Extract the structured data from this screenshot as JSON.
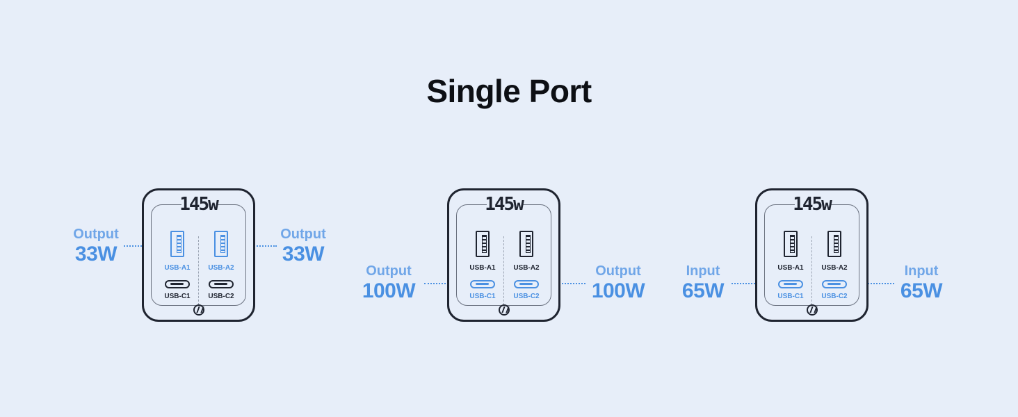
{
  "title": "Single Port",
  "brand": "145w",
  "colors": {
    "accent": "#4a90e2",
    "background": "#e7eef9",
    "dark": "#1f2430"
  },
  "ports": {
    "a1": "USB-A1",
    "a2": "USB-A2",
    "c1": "USB-C1",
    "c2": "USB-C2"
  },
  "panels": [
    {
      "active": [
        "a1",
        "a2"
      ],
      "left": {
        "label": "Output",
        "value": "33W"
      },
      "right": {
        "label": "Output",
        "value": "33W"
      }
    },
    {
      "active": [
        "c1",
        "c2"
      ],
      "left": {
        "label": "Output",
        "value": "100W"
      },
      "right": {
        "label": "Output",
        "value": "100W"
      }
    },
    {
      "active": [
        "c1",
        "c2"
      ],
      "left": {
        "label": "Input",
        "value": "65W"
      },
      "right": {
        "label": "Input",
        "value": "65W"
      }
    }
  ]
}
